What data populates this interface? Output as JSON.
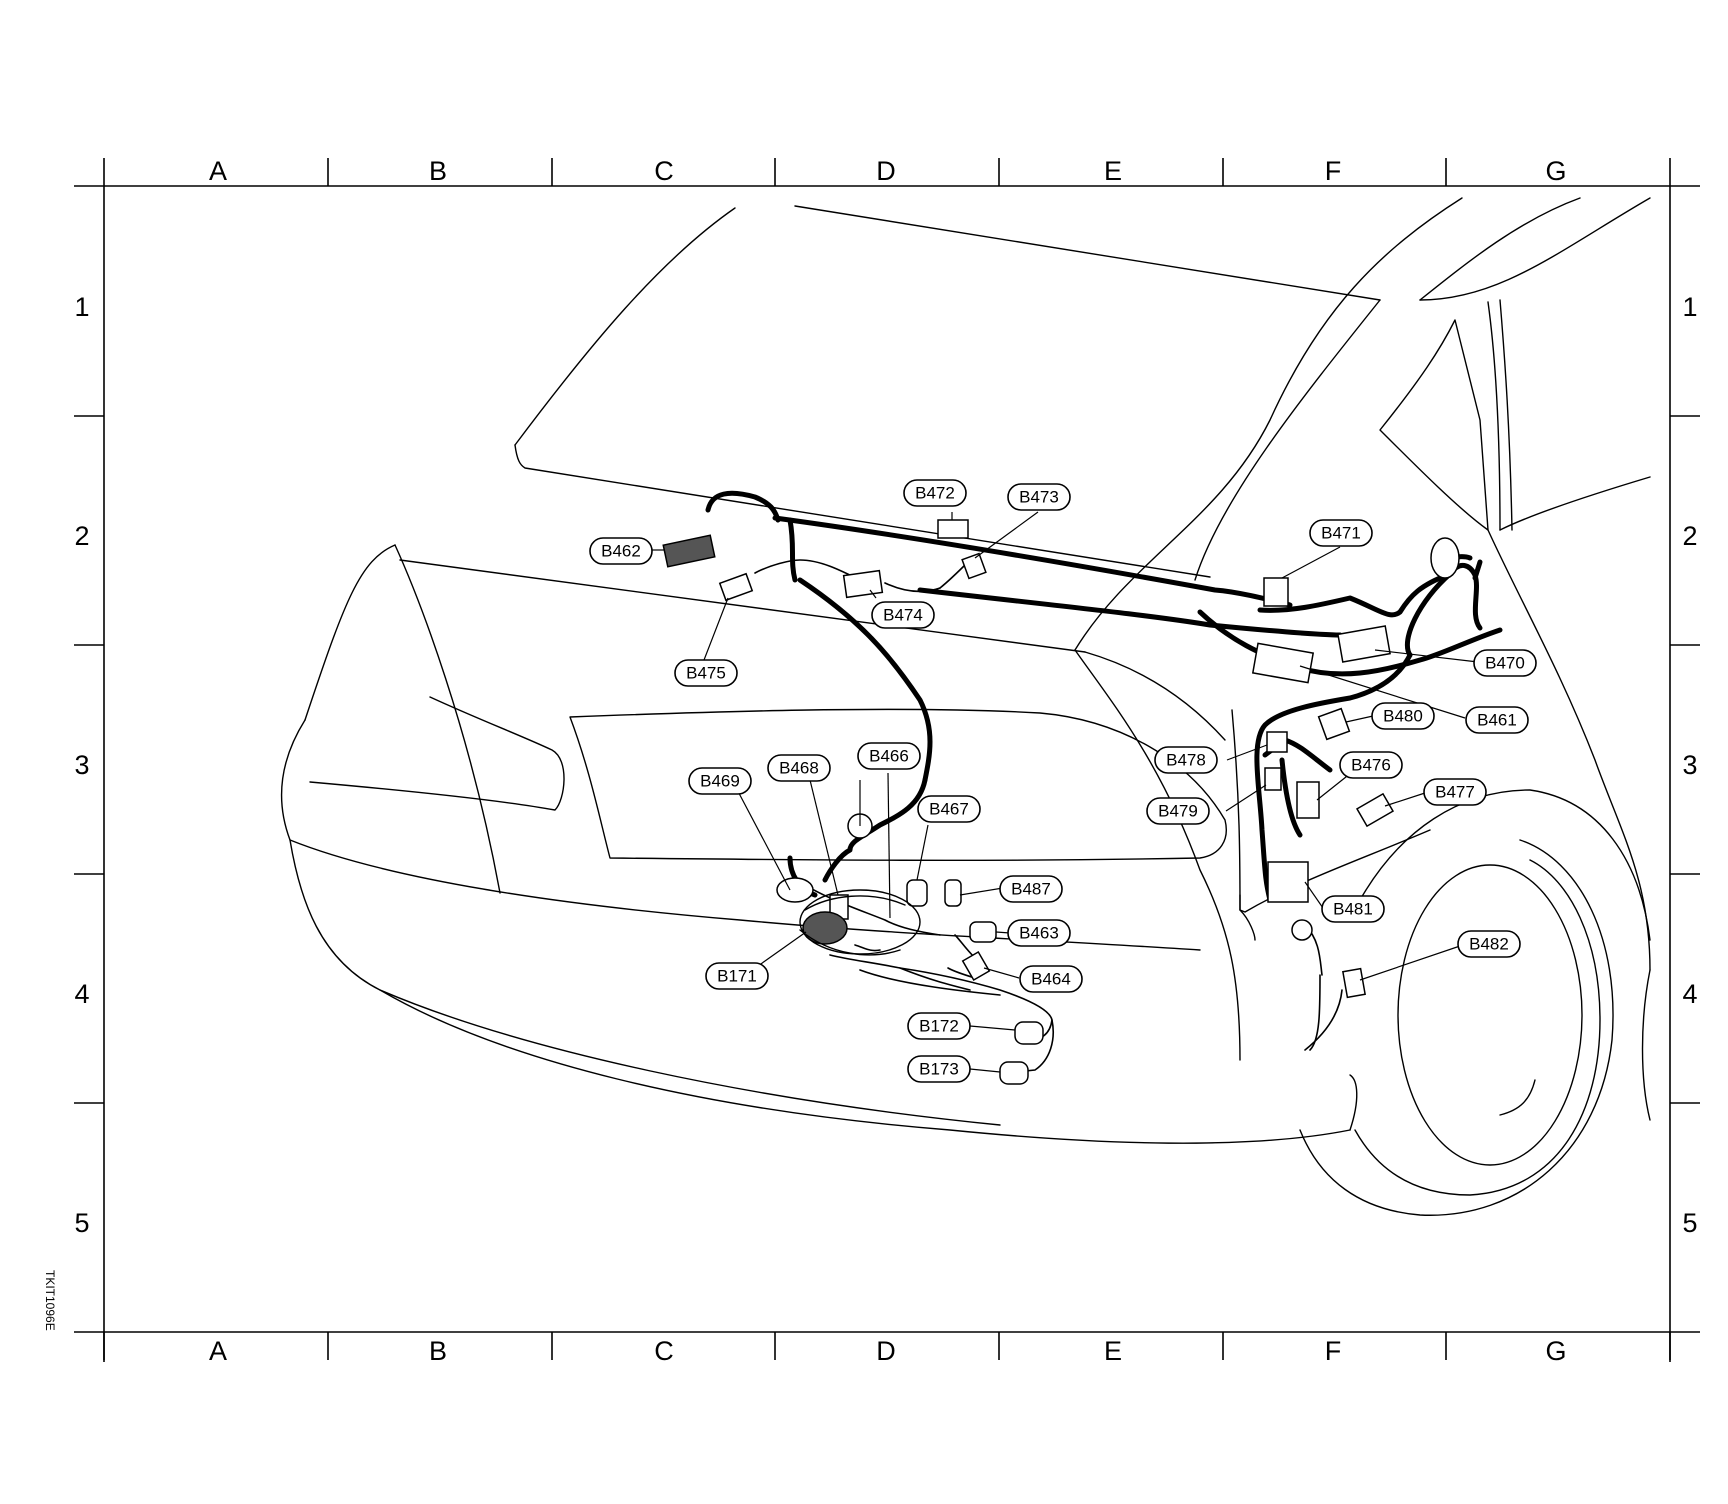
{
  "grid": {
    "columns": [
      "A",
      "B",
      "C",
      "D",
      "E",
      "F",
      "G"
    ],
    "rows": [
      "1",
      "2",
      "3",
      "4",
      "5"
    ]
  },
  "side_code": "TKIT1096E",
  "callouts": {
    "B462": "B462",
    "B472": "B472",
    "B473": "B473",
    "B474": "B474",
    "B475": "B475",
    "B471": "B471",
    "B470": "B470",
    "B461": "B461",
    "B480": "B480",
    "B478": "B478",
    "B476": "B476",
    "B479": "B479",
    "B477": "B477",
    "B466": "B466",
    "B469": "B469",
    "B468": "B468",
    "B467": "B467",
    "B487": "B487",
    "B463": "B463",
    "B464": "B464",
    "B171": "B171",
    "B172": "B172",
    "B173": "B173",
    "B481": "B481",
    "B482": "B482"
  },
  "colors": {
    "line": "#000000",
    "background": "#ffffff"
  }
}
